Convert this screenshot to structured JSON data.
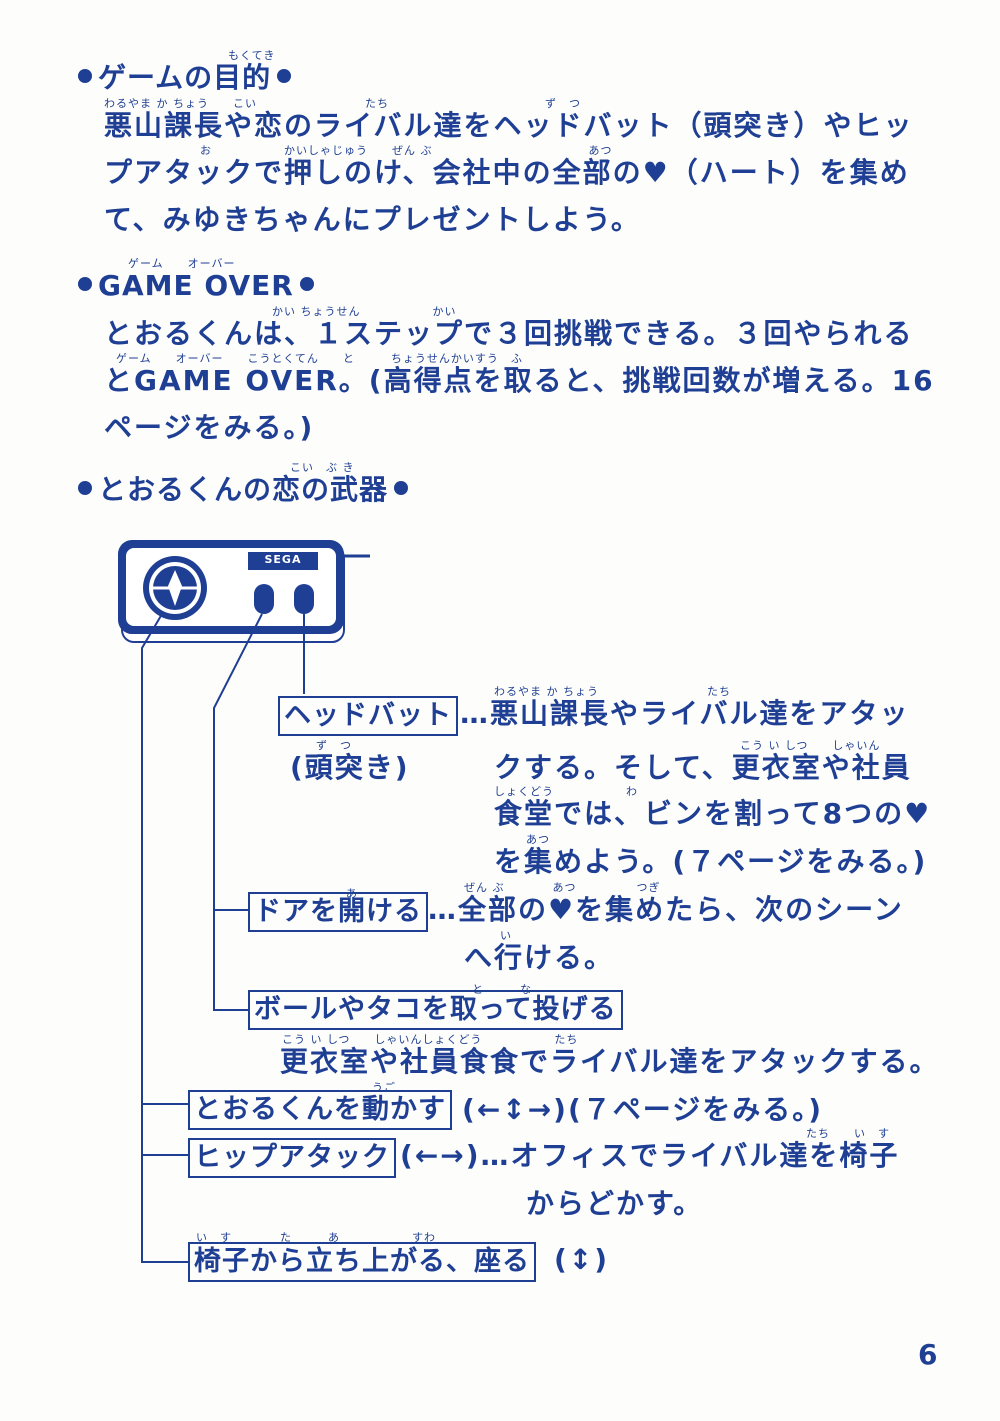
{
  "section_goal": {
    "title": "ゲームの目的",
    "ruby": "もくてき",
    "lines": [
      "悪山課長や恋のライバル達をヘッドバット（頭突き）やヒッ",
      "プアタックで押しのけ、会社中の全部の♥（ハート）を集め",
      "て、みゆきちゃんにプレゼントしよう。"
    ],
    "ruby_lines": [
      "わるやま か ちょう　　こい　　　　　　　　　たち　　　　　　　　　　　　　ず　つ",
      "　　　　　　　　お　　　　　　かいしゃじゅう　　ぜん ぶ　　　　　　　　　　　　　あつ"
    ]
  },
  "section_gameover": {
    "title": "GAME OVER",
    "ruby": "ゲーム　　オーバー",
    "lines": [
      "とおるくんは、１ステップで３回挑戦できる。３回やられる",
      "とGAME OVER。(高得点を取ると、挑戦回数が増える。16",
      "ページをみる。)"
    ],
    "ruby_lines": [
      "　　　　　　　　　　　　　　かい ちょうせん　　　　　　かい",
      "　ゲーム　　オーバー　　こうとくてん　　と　　　ちょうせんかいすう　ふ"
    ]
  },
  "section_weapons": {
    "title": "とおるくんの恋の武器",
    "ruby": "こい　ぶ き"
  },
  "controller": {
    "logo": "SEGA"
  },
  "items": {
    "headbutt_label": "ヘッドバット",
    "headbutt_sub": "(頭突き)",
    "headbutt_sub_ruby": "ず　つ",
    "headbutt_desc": [
      "…悪山課長やライバル達をアタッ",
      "クする。そして、更衣室や社員",
      "食堂では、ビンを割って8つの♥",
      "を集めよう。(７ページをみる。)"
    ],
    "headbutt_ruby": [
      "わるやま か ちょう　　　　　　　　　たち",
      "こう い しつ　　しゃいん",
      "しょくどう　　　　　　わ",
      "あつ"
    ],
    "door_label": "ドアを開ける",
    "door_label_ruby": "あ",
    "door_desc": [
      "…全部の♥を集めたら、次のシーン",
      "へ行ける。"
    ],
    "door_ruby": [
      "ぜん ぶ　　　　あつ　　　　　つぎ",
      "い"
    ],
    "ball_label": "ボールやタコを取って投げる",
    "ball_label_ruby": "と　　　な",
    "ball_desc": "更衣室や社員食食でライバル達をアタックする。",
    "ball_ruby": "こう い しつ　　しゃいんしょくどう　　　　　　たち",
    "move_label": "とおるくんを動かす",
    "move_label_ruby": "うご",
    "move_desc": "(←↕→)(７ページをみる。)",
    "hip_label": "ヒップアタック",
    "hip_desc": [
      "(←→)…オフィスでライバル達を椅子",
      "からどかす。"
    ],
    "hip_ruby": "たち　　い　す",
    "chair_label": "椅子から立ち上がる、座る",
    "chair_label_ruby": "い　す　　　　た　　　あ　　　　　　すわ",
    "chair_desc": "(↕)"
  },
  "page_number": "6",
  "colors": {
    "ink": "#1f3f94",
    "paper": "#fdfdfb"
  }
}
